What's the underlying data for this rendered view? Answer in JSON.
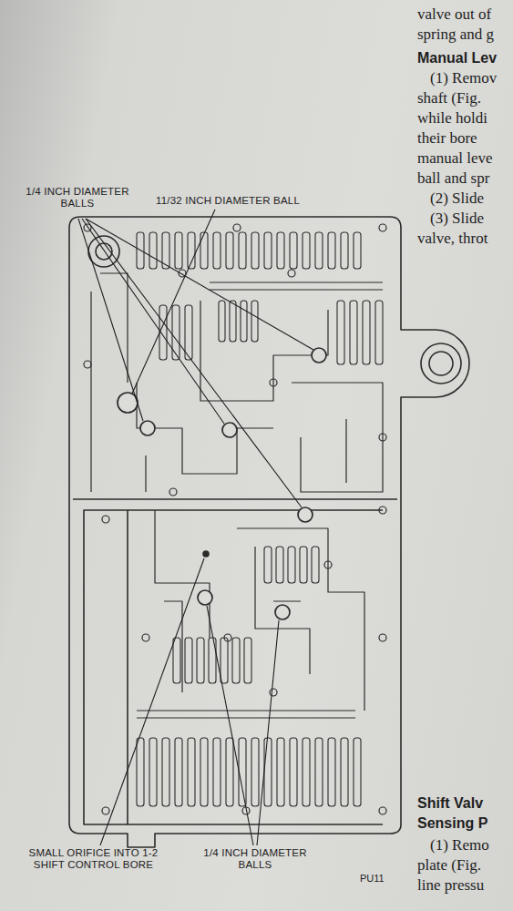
{
  "diagram": {
    "labels": [
      "1/4 INCH DIAMETER BALLS",
      "11/32 INCH DIAMETER BALL",
      "SMALL ORIFICE INTO 1-2 SHIFT CONTROL BORE",
      "1/4 INCH DIAMETER BALLS",
      "PU11",
      "valve out of",
      "spring and g",
      "Manual Lev",
      "(1) Remov",
      "shaft (Fig.",
      "while holdi",
      "their bore",
      "manual leve",
      "ball and spr",
      "(2) Slide",
      "(3) Slide",
      "valve, throt",
      "Shift Valv",
      "Sensing P",
      "(1) Remo",
      "plate (Fig.",
      "line pressu"
    ]
  }
}
